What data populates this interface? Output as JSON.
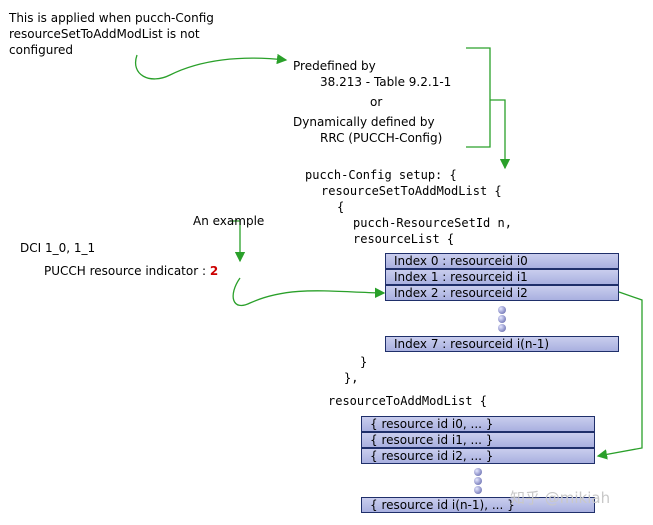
{
  "note_top": [
    "This is applied when pucch-Config",
    "resourceSetToAddModList is not",
    "configured"
  ],
  "predefined": {
    "line1": "Predefined by",
    "line2": "38.213 - Table 9.2.1-1",
    "or": "or",
    "line3": "Dynamically defined by",
    "line4": "RRC (PUCCH-Config)"
  },
  "code": {
    "c1": "pucch-Config setup: {",
    "c2": "resourceSetToAddModList {",
    "c3": "{",
    "c4": "pucch-ResourceSetId  n,",
    "c5": "resourceList {",
    "c6": "}",
    "c7": "},",
    "c8": "resourceToAddModList {"
  },
  "example_label": "An example",
  "dci": {
    "line1": "DCI 1_0, 1_1",
    "indicator_label": "PUCCH resource indicator : ",
    "indicator_value": "2"
  },
  "resource_list": [
    "Index 0 : resourceid i0",
    "Index 1 : resourceid i1",
    "Index 2 : resourceid i2"
  ],
  "resource_list_last": "Index 7 : resourceid i(n-1)",
  "resource_add": [
    "{ resource id i0, ... }",
    "{ resource id i1, ... }",
    "{ resource id i2, ... }"
  ],
  "resource_add_last": "{ resource id i(n-1), ... }",
  "watermark": "知乎 @mikiah",
  "colors": {
    "arrow": "#2aa02a",
    "box_border": "#1f2f6a",
    "box_fill": "#b8bee8",
    "highlight": "#cc0000"
  }
}
